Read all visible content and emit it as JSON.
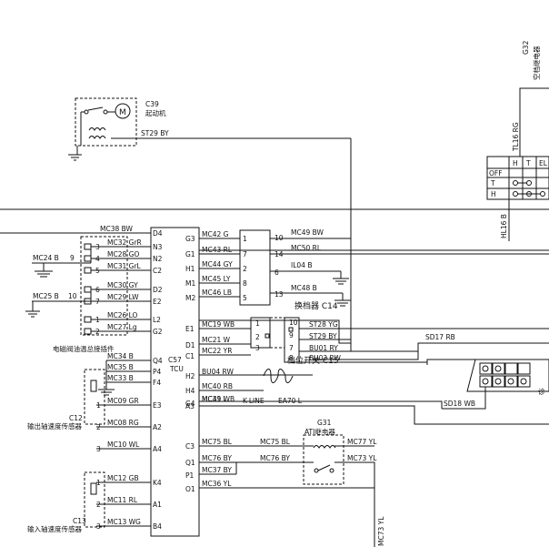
{
  "components": {
    "g32": {
      "code": "G32",
      "name": "空档继电器"
    },
    "c39": {
      "code": "C39",
      "name": "起动机",
      "wire": "ST29 BY",
      "motor": "M"
    },
    "tcu": {
      "code": "C57",
      "name": "TCU"
    },
    "c14": {
      "name": "换档器 C14"
    },
    "c15": {
      "name": "档位开关 C15"
    },
    "g31": {
      "code": "G31",
      "name": "ATI继电器"
    },
    "c12": {
      "code": "C12",
      "name": "输出轴速度传感器"
    },
    "c13": {
      "code": "C13",
      "name": "输入轴速度传感器"
    },
    "solenoid": {
      "name": "电磁阀油温总接插件"
    },
    "diag": {
      "name": "诊"
    }
  },
  "switch_table": {
    "header": [
      "H",
      "T",
      "EL"
    ],
    "rows": [
      "OFF",
      "T",
      "H"
    ],
    "tl16": "TL16 RG",
    "hl16": "HL16 B"
  },
  "tcu_left_pins": [
    "D4",
    "N3",
    "N2",
    "C2",
    "D2",
    "E2",
    "L2",
    "G2",
    "Q4",
    "P4",
    "F4",
    "E3",
    "A2",
    "A4",
    "K4",
    "A1",
    "B4"
  ],
  "tcu_right_pins": [
    "G3",
    "G1",
    "H1",
    "M1",
    "M2",
    "E1",
    "D1",
    "C1",
    "H2",
    "H4",
    "G4",
    "A3",
    "C3",
    "Q1",
    "P1",
    "O1"
  ],
  "left_wires": [
    "MC38 BW",
    "MC32 GrR",
    "MC28 GO",
    "MC31 GrL",
    "MC30 GY",
    "MC29 LW",
    "MC26 LO",
    "MC27 Lg",
    "MC34 B",
    "MC35 B",
    "MC33 B",
    "MC09 GR",
    "MC08 RG",
    "MC10 WL",
    "MC12 GB",
    "MC11 RL",
    "MC13 WG"
  ],
  "right_wires": [
    "MC42 G",
    "MC43 RL",
    "MC44 GY",
    "MC45 LY",
    "MC46 LB",
    "MC19 WB",
    "MC21 W",
    "MC22 YR",
    "BU04 RW",
    "MC40 RB",
    "MC41 WB",
    "MC39 L",
    "MC75 BL",
    "MC76 BY",
    "MC37 BY",
    "MC36 YL"
  ],
  "sol_pin_nums": [
    "3",
    "4",
    "5",
    "6",
    "7",
    "1",
    "2"
  ],
  "sensor_pin_nums": [
    "1",
    "2",
    "3"
  ],
  "grounds": {
    "mc24": "MC24 B",
    "mc25": "MC25 B",
    "pin9": "9",
    "pin10": "10"
  },
  "c14_block": {
    "left_pins": [
      "1",
      "7",
      "2",
      "8",
      "5"
    ],
    "right_pins": [
      "10",
      "14",
      "6",
      "13"
    ],
    "wires": [
      "MC49 BW",
      "MC50 RL",
      "IL04 B",
      "MC48 B"
    ]
  },
  "c15_block": {
    "left_pins": [
      "1",
      "2",
      "3"
    ],
    "right_pins": [
      "10",
      "9",
      "7",
      "8"
    ],
    "wires": [
      "ST28 YG",
      "ST29 BY",
      "BU01 RY",
      "BU03 RW"
    ]
  },
  "diag_wires": [
    "SD17 RB",
    "SD18 WB"
  ],
  "kline": {
    "label": "K-LINE",
    "wire": "EA70 L"
  },
  "g31_wires": [
    "MC75 BL",
    "MC76 BY",
    "MC77 YL",
    "MC73 YL"
  ],
  "bottom_wire": "MC73 YL"
}
